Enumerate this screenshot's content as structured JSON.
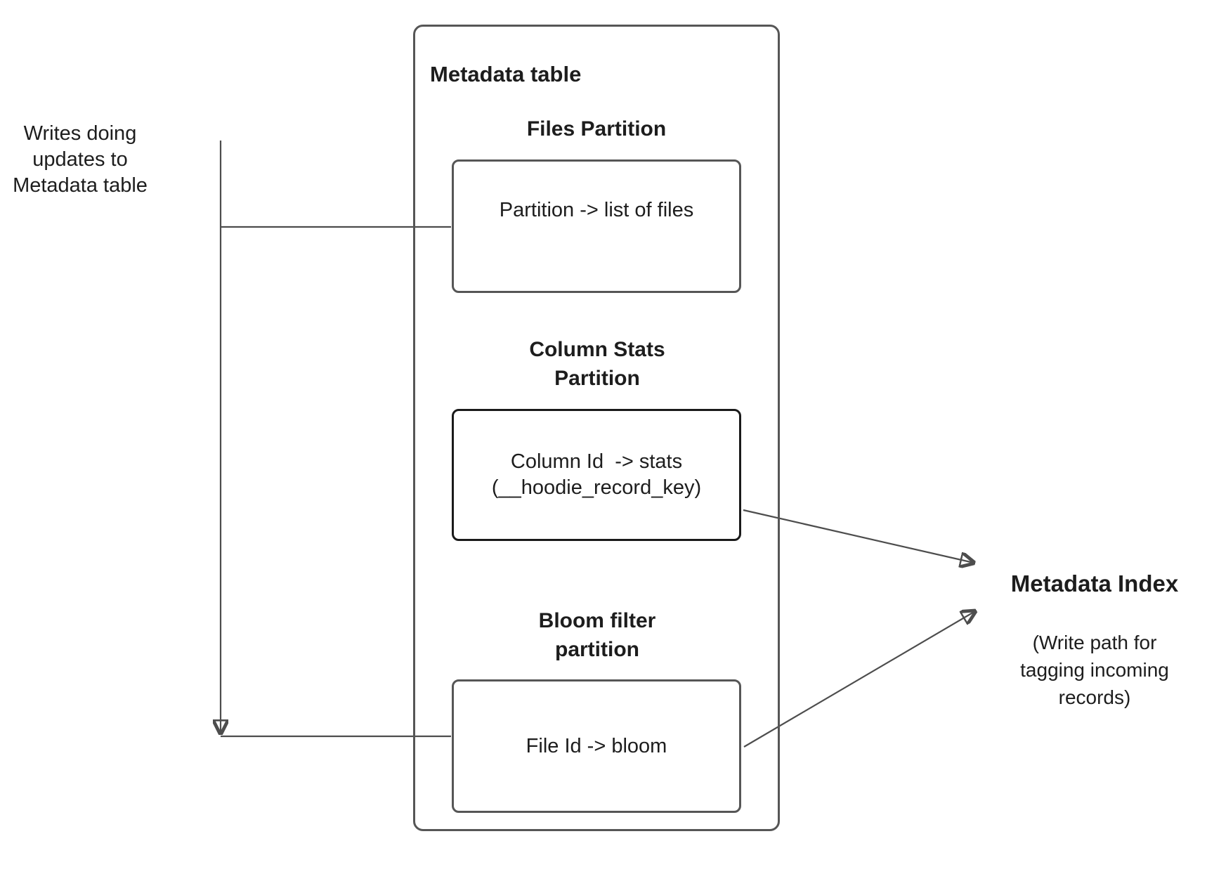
{
  "theme": {
    "line_color": "#4d4d4d",
    "box_border_color": "#565656",
    "stats_box_border_color": "#1a1a1a",
    "text_color": "#1d1d1d",
    "background_color": "#ffffff"
  },
  "left_annotation": {
    "text": "Writes doing updates to Metadata table"
  },
  "metadata_table": {
    "title": "Metadata table",
    "partitions": [
      {
        "heading": "Files Partition",
        "box_lines": [
          "Partition -> list of files"
        ]
      },
      {
        "heading": "Column Stats Partition",
        "box_lines": [
          "Column Id  -> stats",
          "(__hoodie_record_key)"
        ]
      },
      {
        "heading": "Bloom filter partition",
        "box_lines": [
          "File Id -> bloom"
        ]
      }
    ]
  },
  "metadata_index": {
    "title": "Metadata Index",
    "caption": "(Write path for tagging incoming records)"
  },
  "connections": [
    {
      "from": "writes-annotation",
      "to": "files-partition-box",
      "arrow": false
    },
    {
      "from": "writes-annotation",
      "to": "bloom-filter-partition-box",
      "arrow": true
    },
    {
      "from": "column-stats-partition-box",
      "to": "metadata-index",
      "arrow": true
    },
    {
      "from": "bloom-filter-partition-box",
      "to": "metadata-index",
      "arrow": true
    }
  ]
}
